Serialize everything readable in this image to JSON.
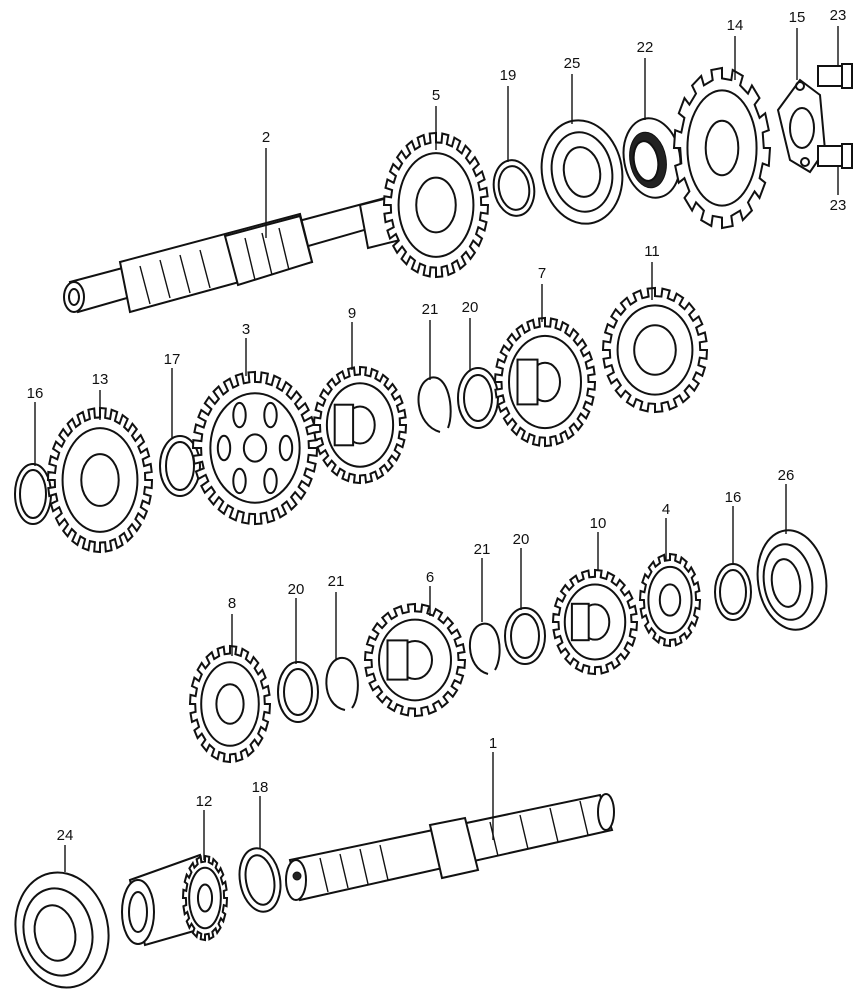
{
  "colors": {
    "ink": "#111111",
    "paper": "#ffffff"
  },
  "callouts": {
    "c1": "1",
    "c2": "2",
    "c3": "3",
    "c4": "4",
    "c5": "5",
    "c6": "6",
    "c7": "7",
    "c8": "8",
    "c9": "9",
    "c10": "10",
    "c11": "11",
    "c12": "12",
    "c13": "13",
    "c14": "14",
    "c15": "15",
    "c16a": "16",
    "c16b": "16",
    "c17": "17",
    "c18": "18",
    "c19": "19",
    "c20a": "20",
    "c20b": "20",
    "c20c": "20",
    "c21a": "21",
    "c21b": "21",
    "c21c": "21",
    "c22": "22",
    "c23a": "23",
    "c23b": "23",
    "c24": "24",
    "c25": "25",
    "c26": "26"
  }
}
